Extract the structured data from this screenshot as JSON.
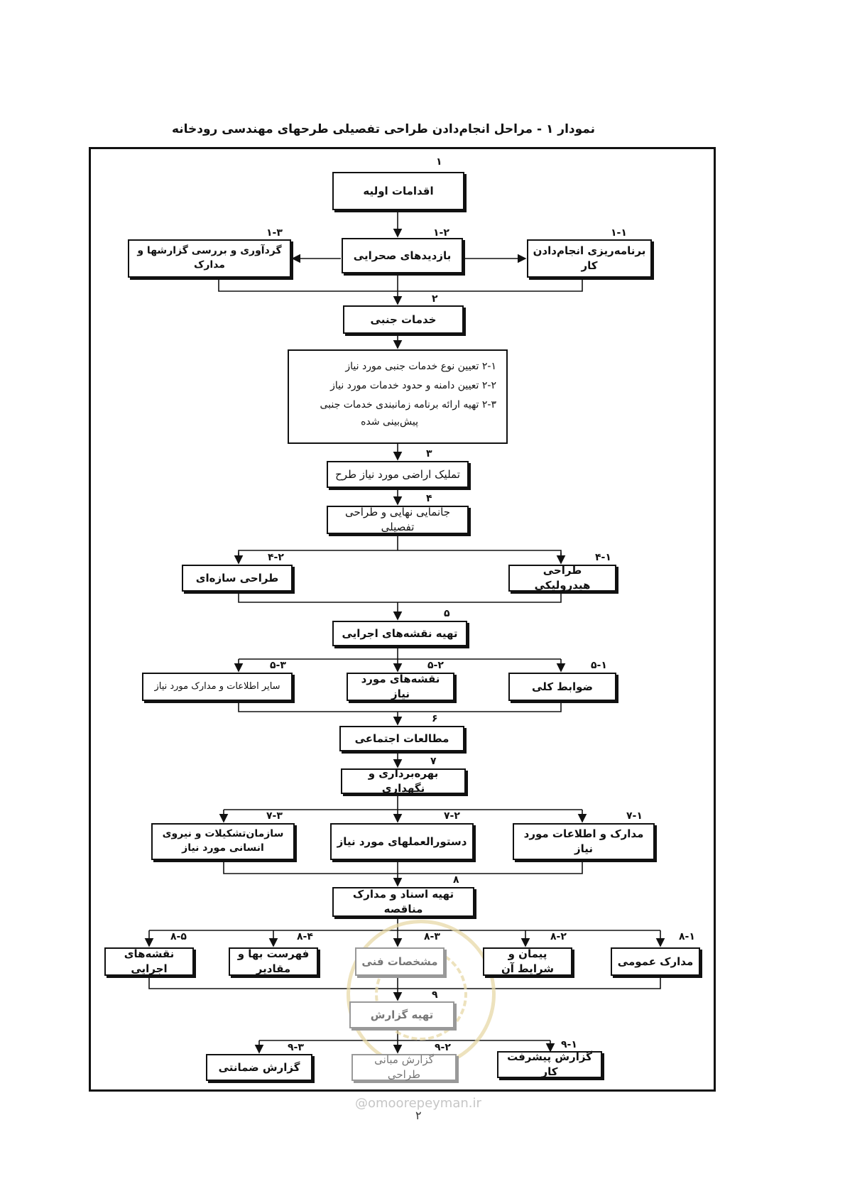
{
  "title": "نمودار ۱ - مراحل انجام‌دادن طراحی تفصیلی طرحهای مهندسی رودخانه",
  "steps": {
    "s1": {
      "num": "۱",
      "label": "اقدامات اولیه"
    },
    "s1_1": {
      "num": "۱-۱",
      "label": "برنامه‌ریزی انجام‌دادن کار"
    },
    "s1_2": {
      "num": "۱-۲",
      "label": "بازدیدهای صحرایی"
    },
    "s1_3": {
      "num": "۱-۳",
      "label": "گردآوری و بررسی گزارشها و مدارک"
    },
    "s2": {
      "num": "۲",
      "label": "خدمات جنبی"
    },
    "s2_list": [
      "۲-۱ تعیین نوع خدمات جنبی مورد نیاز",
      "۲-۲ تعیین دامنه و حدود خدمات مورد نیاز",
      "۲-۳ تهیه ارائه برنامه زمانبندی خدمات جنبی",
      "پیش‌بینی شده"
    ],
    "s3": {
      "num": "۳",
      "label": "تملیک اراضی مورد نیاز طرح"
    },
    "s4": {
      "num": "۴",
      "label": "جانمایی نهایی و طراحی تفصیلی"
    },
    "s4_1": {
      "num": "۴-۱",
      "label": "طراحی هیدرولیکی"
    },
    "s4_2": {
      "num": "۴-۲",
      "label": "طراحی سازه‌ای"
    },
    "s5": {
      "num": "۵",
      "label": "تهیه نقشه‌های اجرایی"
    },
    "s5_1": {
      "num": "۵-۱",
      "label": "ضوابط کلی"
    },
    "s5_2": {
      "num": "۵-۲",
      "label": "نقشه‌های مورد نیاز"
    },
    "s5_3": {
      "num": "۵-۳",
      "label": "سایر اطلاعات و مدارک مورد نیاز"
    },
    "s6": {
      "num": "۶",
      "label": "مطالعات اجتماعی"
    },
    "s7": {
      "num": "۷",
      "label": "بهره‌برداری و نگهداری"
    },
    "s7_1": {
      "num": "۷-۱",
      "label": "مدارک و اطلاعات مورد نیاز"
    },
    "s7_2": {
      "num": "۷-۲",
      "label": "دستورالعملهای مورد نیاز"
    },
    "s7_3": {
      "num": "۷-۳",
      "label": "سازمان‌تشکیلات و نیروی انسانی مورد نیاز"
    },
    "s8": {
      "num": "۸",
      "label": "تهیه اسناد و مدارک مناقصه"
    },
    "s8_1": {
      "num": "۸-۱",
      "label": "مدارک عمومی"
    },
    "s8_2": {
      "num": "۸-۲",
      "label": "پیمان و شرایط آن"
    },
    "s8_3": {
      "num": "۸-۳",
      "label": "مشخصات فنی"
    },
    "s8_4": {
      "num": "۸-۴",
      "label": "فهرست بها و مقادیر"
    },
    "s8_5": {
      "num": "۸-۵",
      "label": "نقشه‌های اجرایی"
    },
    "s9": {
      "num": "۹",
      "label": "تهیه گزارش"
    },
    "s9_1": {
      "num": "۹-۱",
      "label": "گزارش پیشرفت کار"
    },
    "s9_2": {
      "num": "۹-۲",
      "label": "گزارش مبانی طراحی"
    },
    "s9_3": {
      "num": "۹-۳",
      "label": "گزارش ضمانتی"
    }
  },
  "watermark": "@omoorepeyman.ir",
  "page_number": "۲"
}
